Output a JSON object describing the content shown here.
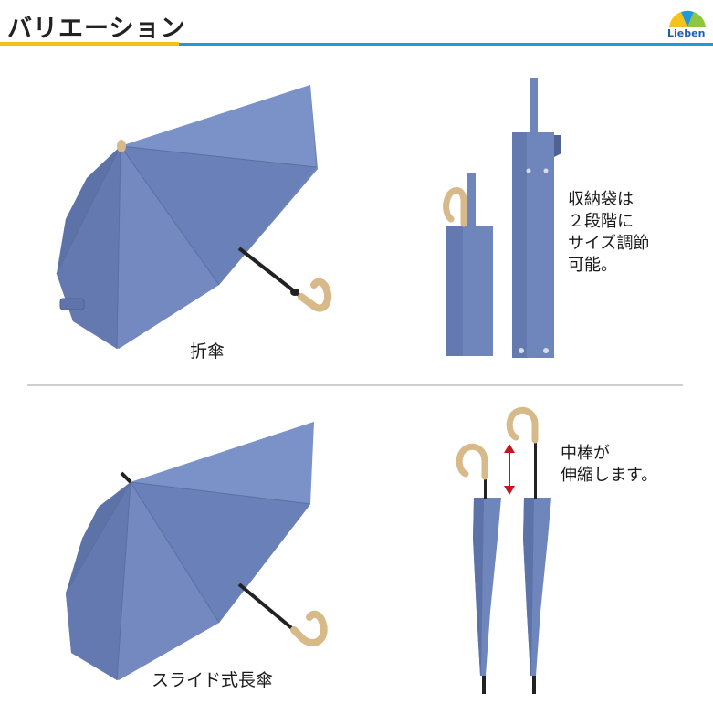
{
  "header": {
    "title": "バリエーション",
    "logo_text": "Lieben"
  },
  "sections": {
    "folding": {
      "label": "折傘",
      "note": "収納袋は\n２段階に\nサイズ調節\n可能。"
    },
    "long": {
      "label": "スライド式長傘",
      "note": "中棒が\n伸縮します。"
    }
  },
  "colors": {
    "canopy": "#6f86bd",
    "canopy_dark": "#5d73a8",
    "bamboo": "#d8b98a",
    "accent_yellow": "#f3c21b",
    "accent_blue": "#1f9ad6",
    "arrow_red": "#c4161c"
  }
}
